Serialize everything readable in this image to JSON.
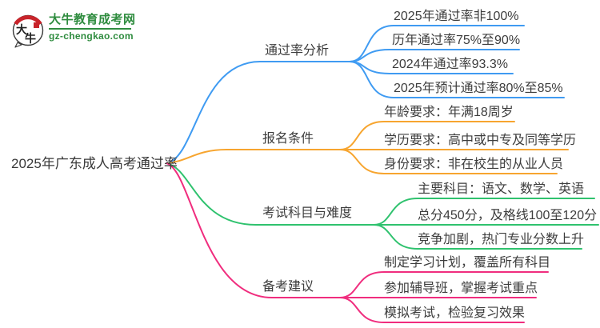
{
  "logo": {
    "badge_text": "大牛",
    "site_name": "大牛教育成考网",
    "site_domain": "gz-chengkao.com",
    "brand_green": "#2f8c3f",
    "brand_red": "#c8242b"
  },
  "root": {
    "label": "2025年广东成人高考通过率"
  },
  "colors": {
    "blue": "#3f9bf2",
    "orange": "#f7a52f",
    "green": "#2fc26e",
    "pink": "#f02d7e",
    "text": "#3d3d3d"
  },
  "branches": [
    {
      "label": "通过率分析",
      "color": "#3f9bf2",
      "children": [
        "2025年通过率非100%",
        "历年通过率75%至90%",
        "2024年通过率93.3%",
        "2025年预计通过率80%至85%"
      ]
    },
    {
      "label": "报名条件",
      "color": "#f7a52f",
      "children": [
        "年龄要求：年满18周岁",
        "学历要求：高中或中专及同等学历",
        "身份要求：非在校生的从业人员"
      ]
    },
    {
      "label": "考试科目与难度",
      "color": "#2fc26e",
      "children": [
        "主要科目：语文、数学、英语",
        "总分450分，及格线100至120分",
        "竞争加剧，热门专业分数上升"
      ]
    },
    {
      "label": "备考建议",
      "color": "#f02d7e",
      "children": [
        "制定学习计划，覆盖所有科目",
        "参加辅导班，掌握考试重点",
        "模拟考试，检验复习效果"
      ]
    }
  ]
}
